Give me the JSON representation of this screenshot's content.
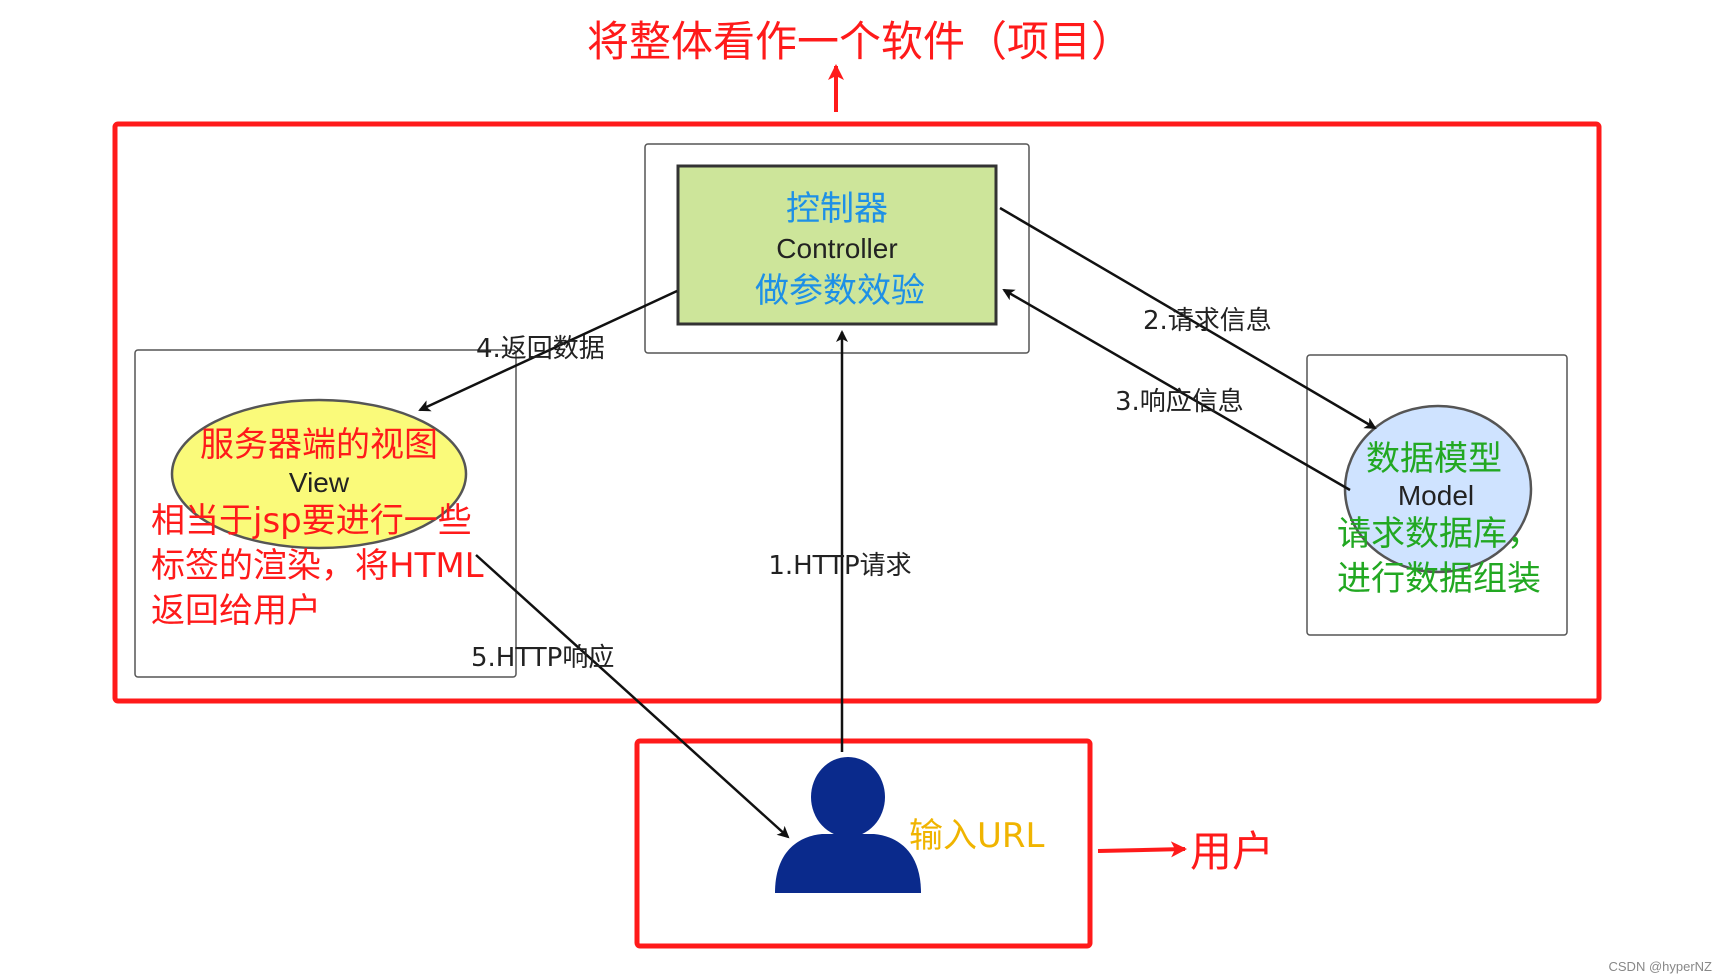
{
  "title": "将整体看作一个软件（项目）",
  "controller": {
    "cn": "控制器",
    "en": "Controller",
    "desc": "做参数效验"
  },
  "view": {
    "cn": "服务器端的视图",
    "en": "View",
    "desc_lines": [
      "相当于jsp要进行一些",
      "标签的渲染，将HTML",
      "返回给用户"
    ]
  },
  "model": {
    "cn": "数据模型",
    "en": "Model",
    "desc_lines": [
      "请求数据库，",
      "进行数据组装"
    ]
  },
  "user": {
    "action": "输入URL",
    "label": "用户"
  },
  "flows": [
    {
      "label": "1.HTTP请求"
    },
    {
      "label": "2.请求信息"
    },
    {
      "label": "3.响应信息"
    },
    {
      "label": "4.返回数据"
    },
    {
      "label": "5.HTTP响应"
    }
  ],
  "watermark": "CSDN @hyperNZ",
  "colors": {
    "highlight": "#ff1a1a",
    "controller_fill": "#cde59a",
    "controller_text": "#1e90e6",
    "view_fill": "#fafa7a",
    "view_text": "#ff1a1a",
    "model_fill": "#cfe3ff",
    "model_text": "#22a822",
    "user_icon": "#0a2a8c",
    "user_text": "#f0b400"
  }
}
